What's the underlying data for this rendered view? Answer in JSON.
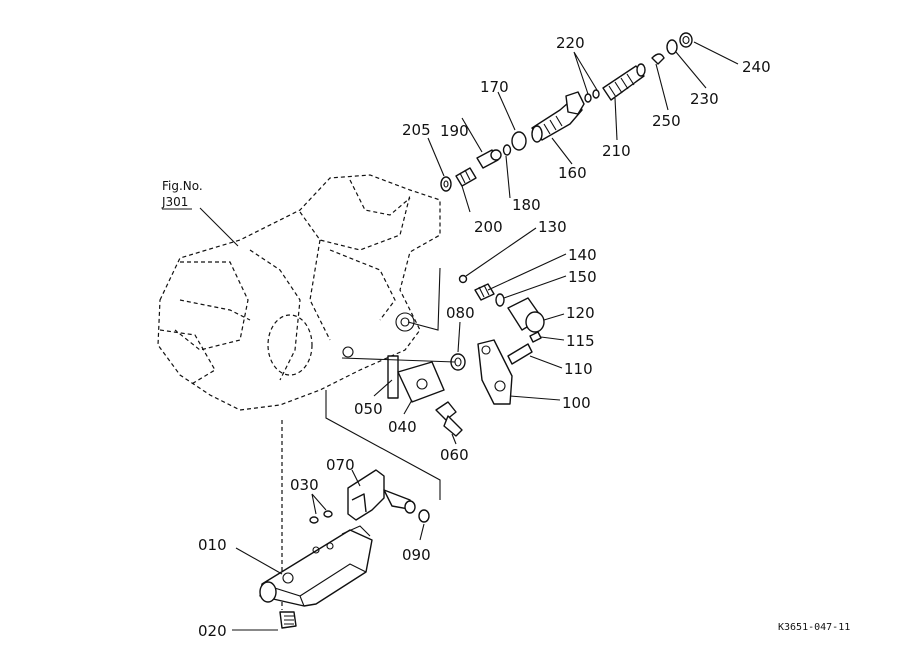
{
  "figure": {
    "ref_label_line1": "Fig.No.",
    "ref_label_line2": "J301",
    "drawing_code": "K3651-047-11"
  },
  "part_labels": {
    "p010": "010",
    "p020": "020",
    "p030": "030",
    "p040": "040",
    "p050": "050",
    "p060": "060",
    "p070": "070",
    "p080": "080",
    "p090": "090",
    "p100": "100",
    "p110": "110",
    "p115": "115",
    "p120": "120",
    "p130": "130",
    "p140": "140",
    "p150": "150",
    "p160": "160",
    "p170": "170",
    "p180": "180",
    "p190": "190",
    "p200": "200",
    "p205": "205",
    "p210": "210",
    "p220": "220",
    "p230": "230",
    "p240": "240",
    "p250": "250"
  }
}
